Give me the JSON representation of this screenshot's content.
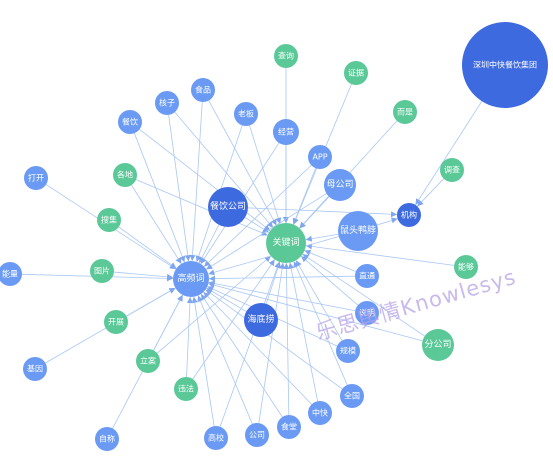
{
  "colors": {
    "blue": "#6a9af3",
    "green": "#5bc898",
    "dark": "#3e6ae0",
    "edge": "#a9c7f5"
  },
  "watermark": "乐思舆情Knowlesys",
  "nodes": [
    {
      "id": "shenzhen",
      "label": "深圳中快餐饮集团",
      "color": "#3e6ae0"
    },
    {
      "id": "gaopin",
      "label": "高频词",
      "color": "#6a9af3"
    },
    {
      "id": "guanjian",
      "label": "关键词",
      "color": "#5bc898"
    },
    {
      "id": "jigou",
      "label": "机构",
      "color": "#3e6ae0"
    },
    {
      "id": "canyin_gs",
      "label": "餐饮公司",
      "color": "#3e6ae0"
    },
    {
      "id": "haidilao",
      "label": "海底捞",
      "color": "#3e6ae0"
    },
    {
      "id": "shutou",
      "label": "鼠头鸭脖",
      "color": "#6a9af3"
    },
    {
      "id": "mugongsi",
      "label": "母公司",
      "color": "#6a9af3"
    },
    {
      "id": "fengongsi",
      "label": "分公司",
      "color": "#5bc898"
    },
    {
      "id": "chaxun",
      "label": "查询",
      "color": "#5bc898"
    },
    {
      "id": "zhengju",
      "label": "证据",
      "color": "#5bc898"
    },
    {
      "id": "ershi",
      "label": "而是",
      "color": "#5bc898"
    },
    {
      "id": "diaocha",
      "label": "调查",
      "color": "#5bc898"
    },
    {
      "id": "nengou",
      "label": "能够",
      "color": "#5bc898"
    },
    {
      "id": "shipin",
      "label": "食品",
      "color": "#6a9af3"
    },
    {
      "id": "hezi",
      "label": "核子",
      "color": "#6a9af3"
    },
    {
      "id": "canyin",
      "label": "餐饮",
      "color": "#6a9af3"
    },
    {
      "id": "laoban",
      "label": "老板",
      "color": "#6a9af3"
    },
    {
      "id": "jingying",
      "label": "经营",
      "color": "#6a9af3"
    },
    {
      "id": "app",
      "label": "APP",
      "color": "#6a9af3"
    },
    {
      "id": "dakai",
      "label": "打开",
      "color": "#6a9af3"
    },
    {
      "id": "gedi",
      "label": "各地",
      "color": "#5bc898"
    },
    {
      "id": "soji",
      "label": "搜集",
      "color": "#5bc898"
    },
    {
      "id": "nengliang",
      "label": "能量",
      "color": "#6a9af3"
    },
    {
      "id": "tupian",
      "label": "图片",
      "color": "#5bc898"
    },
    {
      "id": "kaiqu",
      "label": "开展",
      "color": "#5bc898"
    },
    {
      "id": "lian",
      "label": "立案",
      "color": "#5bc898"
    },
    {
      "id": "jiyin",
      "label": "基因",
      "color": "#6a9af3"
    },
    {
      "id": "weifa",
      "label": "违法",
      "color": "#5bc898"
    },
    {
      "id": "zicheng",
      "label": "自称",
      "color": "#6a9af3"
    },
    {
      "id": "gaoxiao",
      "label": "高校",
      "color": "#6a9af3"
    },
    {
      "id": "gongsi",
      "label": "公司",
      "color": "#6a9af3"
    },
    {
      "id": "shitang",
      "label": "食堂",
      "color": "#6a9af3"
    },
    {
      "id": "zhongkuai",
      "label": "中快",
      "color": "#6a9af3"
    },
    {
      "id": "quanguo",
      "label": "全国",
      "color": "#6a9af3"
    },
    {
      "id": "guimo",
      "label": "规模",
      "color": "#6a9af3"
    },
    {
      "id": "shuoming",
      "label": "说明",
      "color": "#6a9af3"
    },
    {
      "id": "zhitong",
      "label": "直通",
      "color": "#6a9af3"
    }
  ],
  "edges": [
    [
      "shenzhen",
      "jigou"
    ],
    [
      "diaocha",
      "jigou"
    ],
    [
      "shutou",
      "jigou"
    ],
    [
      "canyin_gs",
      "jigou"
    ],
    [
      "chaxun",
      "guanjian"
    ],
    [
      "zhengju",
      "guanjian"
    ],
    [
      "ershi",
      "guanjian"
    ],
    [
      "mugongsi",
      "guanjian"
    ],
    [
      "app",
      "guanjian"
    ],
    [
      "jingying",
      "guanjian"
    ],
    [
      "laoban",
      "guanjian"
    ],
    [
      "shipin",
      "guanjian"
    ],
    [
      "hezi",
      "guanjian"
    ],
    [
      "canyin",
      "guanjian"
    ],
    [
      "canyin_gs",
      "guanjian"
    ],
    [
      "shutou",
      "guanjian"
    ],
    [
      "haidilao",
      "guanjian"
    ],
    [
      "zhitong",
      "guanjian"
    ],
    [
      "shuoming",
      "guanjian"
    ],
    [
      "guimo",
      "guanjian"
    ],
    [
      "quanguo",
      "guanjian"
    ],
    [
      "zhongkuai",
      "guanjian"
    ],
    [
      "shitang",
      "guanjian"
    ],
    [
      "gongsi",
      "guanjian"
    ],
    [
      "gaoxiao",
      "guanjian"
    ],
    [
      "nengou",
      "guanjian"
    ],
    [
      "fengongsi",
      "guanjian"
    ],
    [
      "gedi",
      "guanjian"
    ],
    [
      "weifa",
      "guanjian"
    ],
    [
      "lian",
      "guanjian"
    ],
    [
      "dakai",
      "gaopin"
    ],
    [
      "gedi",
      "gaopin"
    ],
    [
      "soji",
      "gaopin"
    ],
    [
      "nengliang",
      "gaopin"
    ],
    [
      "tupian",
      "gaopin"
    ],
    [
      "kaiqu",
      "gaopin"
    ],
    [
      "lian",
      "gaopin"
    ],
    [
      "jiyin",
      "gaopin"
    ],
    [
      "weifa",
      "gaopin"
    ],
    [
      "zicheng",
      "gaopin"
    ],
    [
      "gaoxiao",
      "gaopin"
    ],
    [
      "gongsi",
      "gaopin"
    ],
    [
      "shitang",
      "gaopin"
    ],
    [
      "zhongkuai",
      "gaopin"
    ],
    [
      "canyin",
      "gaopin"
    ],
    [
      "hezi",
      "gaopin"
    ],
    [
      "shipin",
      "gaopin"
    ],
    [
      "laoban",
      "gaopin"
    ],
    [
      "jingying",
      "gaopin"
    ],
    [
      "app",
      "gaopin"
    ],
    [
      "mugongsi",
      "gaopin"
    ],
    [
      "canyin_gs",
      "gaopin"
    ],
    [
      "shutou",
      "gaopin"
    ],
    [
      "haidilao",
      "gaopin"
    ],
    [
      "zhitong",
      "gaopin"
    ],
    [
      "shuoming",
      "gaopin"
    ],
    [
      "fengongsi",
      "gaopin"
    ],
    [
      "quanguo",
      "gaopin"
    ],
    [
      "guimo",
      "gaopin"
    ]
  ]
}
